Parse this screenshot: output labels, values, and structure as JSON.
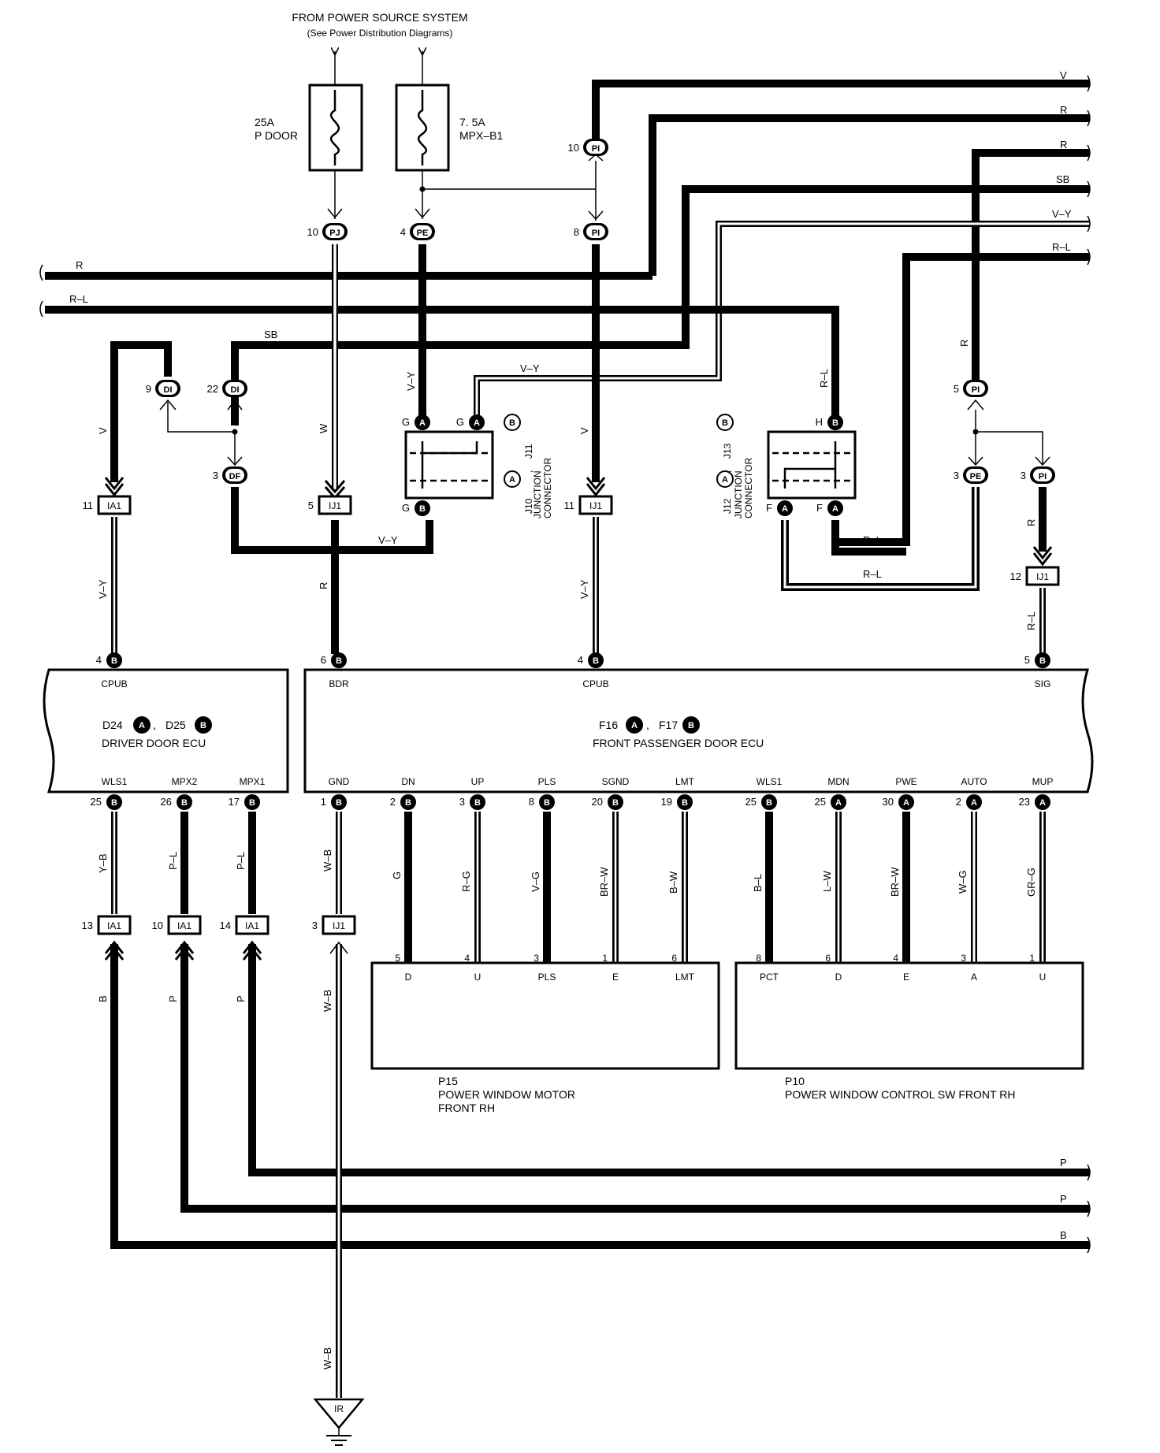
{
  "source": {
    "title": "FROM POWER SOURCE SYSTEM",
    "subtitle": "(See Power Distribution Diagrams)"
  },
  "fuses": [
    {
      "amp": "25A",
      "name": "P DOOR"
    },
    {
      "amp": "7. 5A",
      "name": "MPX–B1"
    }
  ],
  "wire_colors": {
    "V": "V",
    "R": "R",
    "SB": "SB",
    "VY": "V–Y",
    "RL": "R–L",
    "W": "W",
    "YB": "Y–B",
    "PL": "P–L",
    "WB": "W–B",
    "G": "G",
    "RG": "R–G",
    "VG": "V–G",
    "BRW": "BR–W",
    "BW": "B–W",
    "BL": "B–L",
    "LW": "L–W",
    "WG": "W–G",
    "GRG": "GR–G",
    "B": "B",
    "P": "P"
  },
  "connectors": {
    "PI": "PI",
    "PJ": "PJ",
    "PE": "PE",
    "DI": "DI",
    "DF": "DF",
    "IA1": "IA1",
    "IJ1": "IJ1",
    "IR": "IR"
  },
  "pin_letters": {
    "A": "A",
    "B": "B"
  },
  "pin_numbers": {
    "n1": "1",
    "n2": "2",
    "n3": "3",
    "n4": "4",
    "n5": "5",
    "n6": "6",
    "n8": "8",
    "n9": "9",
    "n10": "10",
    "n11": "11",
    "n12": "12",
    "n13": "13",
    "n14": "14",
    "n17": "17",
    "n19": "19",
    "n20": "20",
    "n22": "22",
    "n23": "23",
    "n25": "25",
    "n26": "26",
    "n30": "30"
  },
  "junction_terms": {
    "G": "G",
    "H": "H",
    "F": "F"
  },
  "junction_left": {
    "label": "J10",
    "sep": ",",
    "label2": "J11",
    "line1": "JUNCTION",
    "line2": "CONNECTOR"
  },
  "junction_right": {
    "label": "J12",
    "sep": ",",
    "label2": "J13",
    "line1": "JUNCTION",
    "line2": "CONNECTOR"
  },
  "driver_ecu": {
    "top_terms": [
      "CPUB"
    ],
    "id1": "D24",
    "sep": ",",
    "id2": "D25",
    "name": "DRIVER DOOR ECU",
    "bottom_terms": [
      "WLS1",
      "MPX2",
      "MPX1"
    ]
  },
  "passenger_ecu": {
    "top_terms": [
      "BDR",
      "CPUB",
      "SIG"
    ],
    "id1": "F16",
    "sep": ",",
    "id2": "F17",
    "name": "FRONT PASSENGER DOOR ECU",
    "bottom_terms": [
      "GND",
      "DN",
      "UP",
      "PLS",
      "SGND",
      "LMT",
      "WLS1",
      "MDN",
      "PWE",
      "AUTO",
      "MUP"
    ]
  },
  "motor": {
    "terms": [
      "D",
      "U",
      "PLS",
      "E",
      "LMT"
    ],
    "id": "P15",
    "name1": "POWER WINDOW MOTOR",
    "name2": "FRONT RH"
  },
  "switch": {
    "terms": [
      "PCT",
      "D",
      "E",
      "A",
      "U"
    ],
    "id": "P10",
    "name": "POWER WINDOW CONTROL SW FRONT RH"
  }
}
